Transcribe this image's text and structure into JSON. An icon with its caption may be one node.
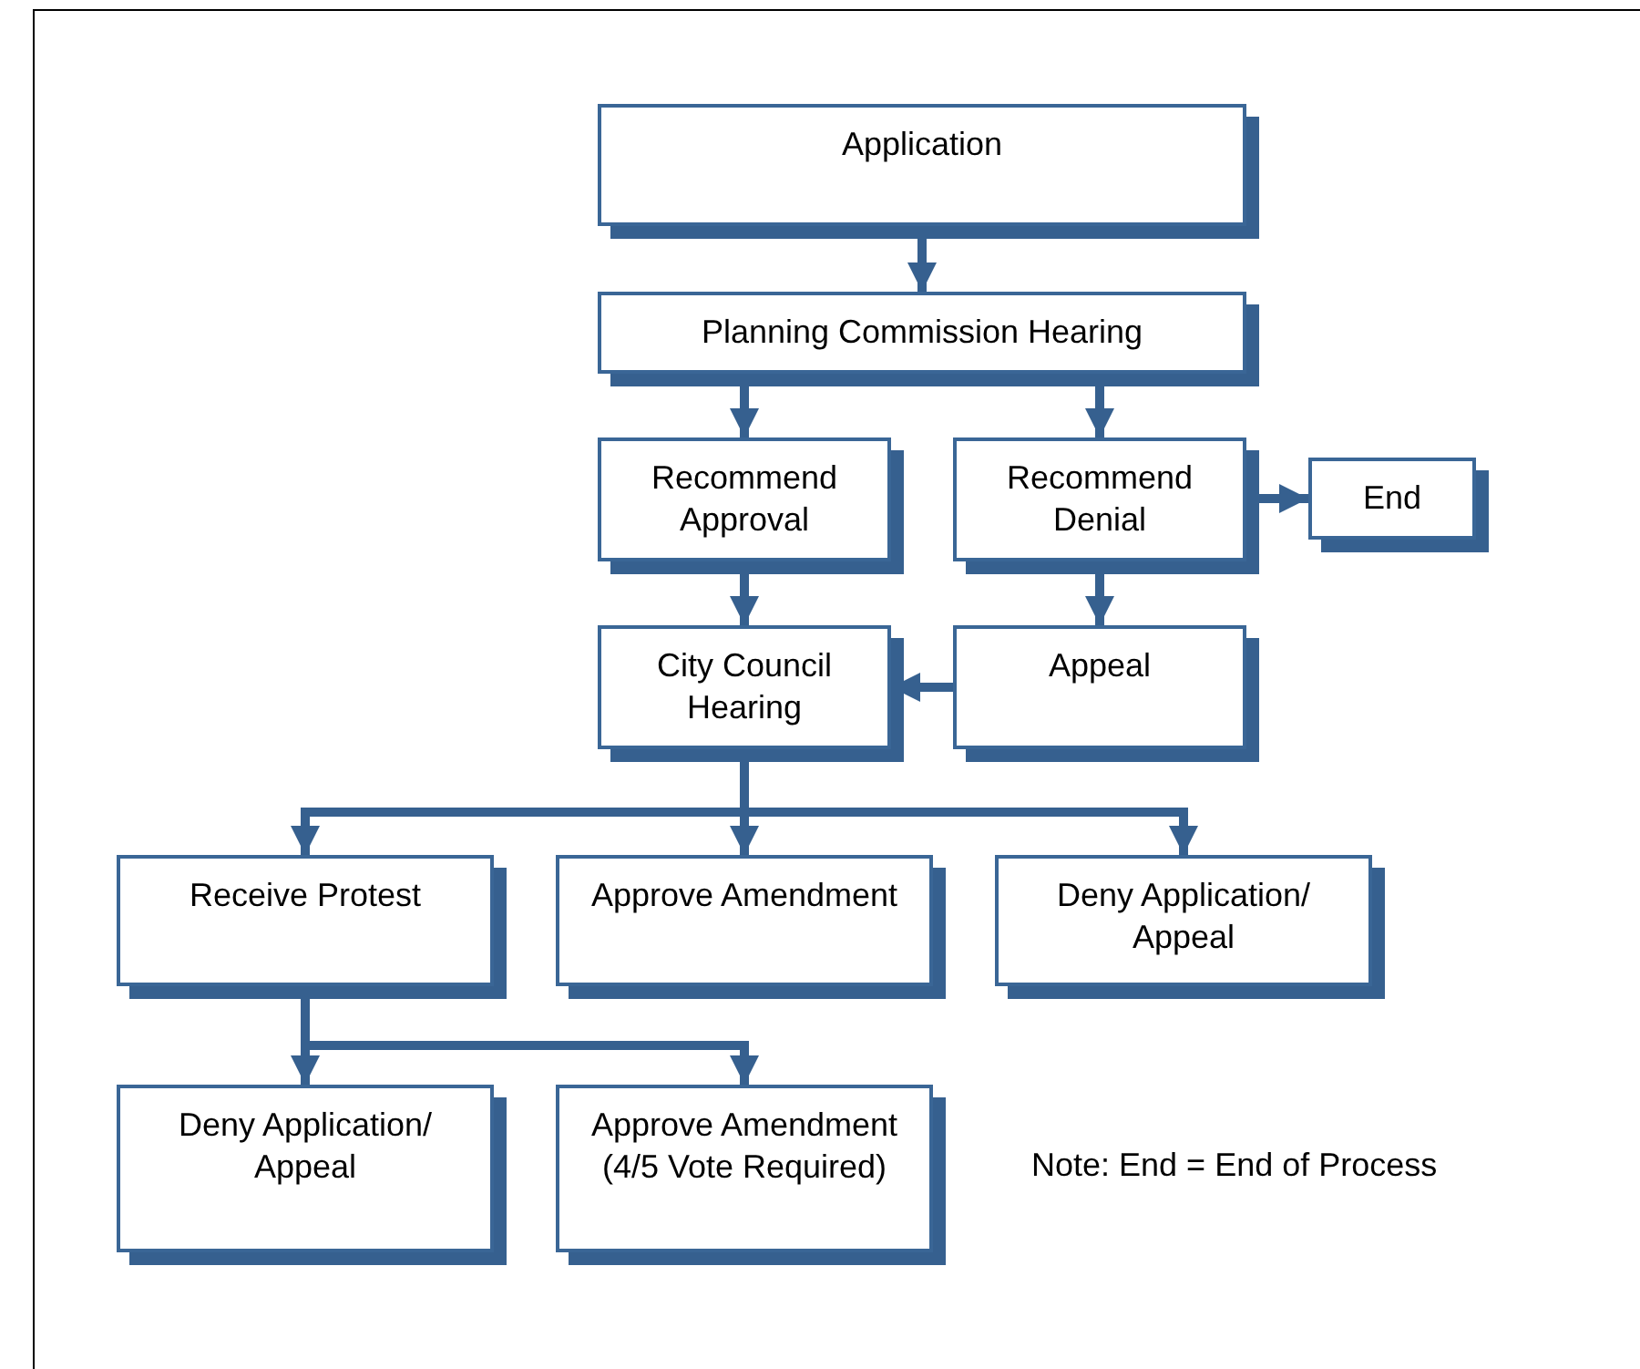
{
  "diagram": {
    "nodes": [
      {
        "text": [
          "Application"
        ]
      },
      {
        "text": [
          "Planning Commission Hearing"
        ]
      },
      {
        "text": [
          "Recommend Approval"
        ]
      },
      {
        "text": [
          "Recommend Denial"
        ]
      },
      {
        "text": [
          "End"
        ]
      },
      {
        "text": [
          "City Council Hearing"
        ]
      },
      {
        "text": [
          "Appeal"
        ]
      },
      {
        "text": [
          "Receive Protest"
        ]
      },
      {
        "text": [
          "Approve Amendment"
        ]
      },
      {
        "text": [
          "Deny Application/ Appeal"
        ]
      },
      {
        "text": [
          "Deny Application/ Appeal"
        ]
      },
      {
        "text": [
          "Approve Amendment (4/5 Vote Required)"
        ]
      }
    ],
    "edges": [
      {
        "from": 0,
        "to": 1,
        "arrow": "to"
      },
      {
        "from": 1,
        "to": 2,
        "arrow": "to"
      },
      {
        "from": 1,
        "to": 3,
        "arrow": "to"
      },
      {
        "from": 3,
        "to": 4,
        "arrow": "to"
      },
      {
        "from": 2,
        "to": 5,
        "arrow": "to"
      },
      {
        "from": 3,
        "to": 6,
        "arrow": "to"
      },
      {
        "from": 6,
        "to": 5,
        "arrow": "to"
      },
      {
        "from": 5,
        "to": 7,
        "arrow": "to"
      },
      {
        "from": 5,
        "to": 8,
        "arrow": "to"
      },
      {
        "from": 5,
        "to": 9,
        "arrow": "to"
      },
      {
        "from": 7,
        "to": 10,
        "arrow": "to"
      },
      {
        "from": 7,
        "to": 11,
        "arrow": "to"
      }
    ],
    "labels": [
      "Note: End = End of Process"
    ]
  }
}
